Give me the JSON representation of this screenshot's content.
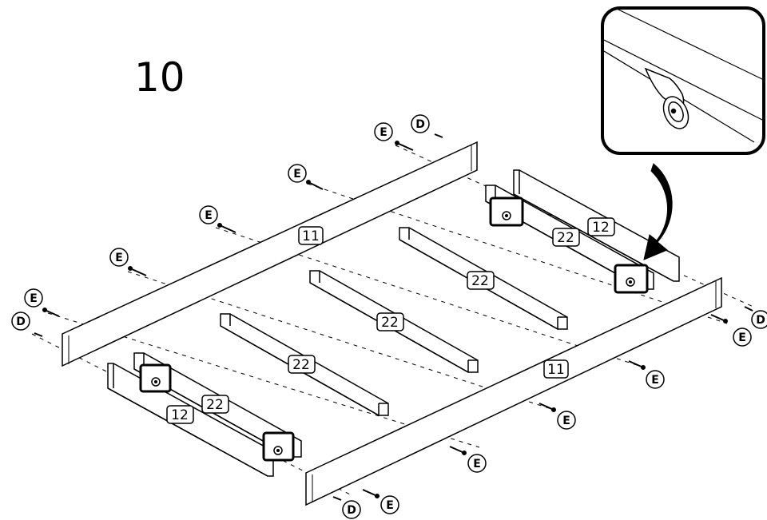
{
  "step": {
    "number": "10"
  },
  "parts": {
    "rail_long": "11",
    "rail_short": "12",
    "slat": "22"
  },
  "hardware": {
    "bolt": "E",
    "dowel": "D"
  }
}
